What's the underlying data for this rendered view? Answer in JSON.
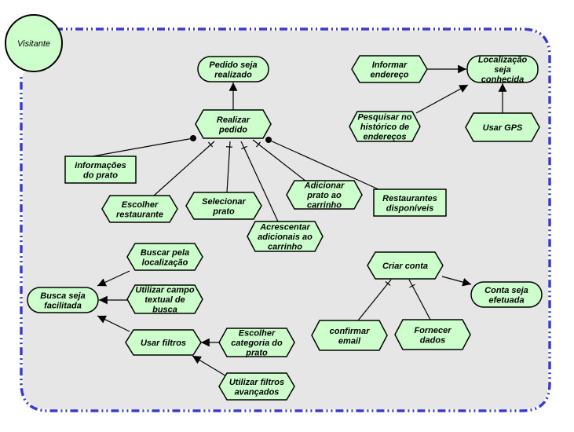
{
  "diagram": {
    "actor": "Visitante",
    "colors": {
      "boundary": "#3a3ad0",
      "boundary_fill": "#e6e6e6",
      "node_fill": "#ccffcc",
      "stroke": "#000000"
    },
    "nodes": {
      "pedido_realizado": {
        "kind": "goal",
        "lines": [
          "Pedido seja",
          "realizado"
        ]
      },
      "realizar_pedido": {
        "kind": "task",
        "lines": [
          "Realizar",
          "pedido"
        ]
      },
      "informacoes_prato": {
        "kind": "resource",
        "lines": [
          "informações",
          "do prato"
        ]
      },
      "escolher_restaurante": {
        "kind": "task",
        "lines": [
          "Escolher",
          "restaurante"
        ]
      },
      "selecionar_prato": {
        "kind": "task",
        "lines": [
          "Selecionar",
          "prato"
        ]
      },
      "acrescentar_adicionais": {
        "kind": "task",
        "lines": [
          "Acrescentar",
          "adicionais ao",
          "carrinho"
        ]
      },
      "adicionar_prato": {
        "kind": "task",
        "lines": [
          "Adicionar",
          "prato ao",
          "carrinho"
        ]
      },
      "restaurantes_disponiveis": {
        "kind": "resource",
        "lines": [
          "Restaurantes",
          "disponíveis"
        ]
      },
      "informar_endereco": {
        "kind": "task",
        "lines": [
          "Informar",
          "endereço"
        ]
      },
      "localizacao_conhecida": {
        "kind": "goal",
        "lines": [
          "Localização",
          "seja",
          "conhecida"
        ]
      },
      "pesquisar_historico": {
        "kind": "task",
        "lines": [
          "Pesquisar no",
          "histórico de",
          "endereços"
        ]
      },
      "usar_gps": {
        "kind": "task",
        "lines": [
          "Usar GPS"
        ]
      },
      "buscar_localizacao": {
        "kind": "task",
        "lines": [
          "Buscar pela",
          "localização"
        ]
      },
      "busca_facilitada": {
        "kind": "goal",
        "lines": [
          "Busca seja",
          "facilitada"
        ]
      },
      "campo_textual": {
        "kind": "task",
        "lines": [
          "Utilizar campo",
          "textual de",
          "busca"
        ]
      },
      "usar_filtros": {
        "kind": "task",
        "lines": [
          "Usar filtros"
        ]
      },
      "escolher_categoria": {
        "kind": "task",
        "lines": [
          "Escolher",
          "categoria do",
          "prato"
        ]
      },
      "filtros_avancados": {
        "kind": "task",
        "lines": [
          "Utilizar filtros",
          "avançados"
        ]
      },
      "criar_conta": {
        "kind": "task",
        "lines": [
          "Criar conta"
        ]
      },
      "conta_efetuada": {
        "kind": "goal",
        "lines": [
          "Conta seja",
          "efetuada"
        ]
      },
      "confirmar_email": {
        "kind": "task",
        "lines": [
          "confirmar",
          "email"
        ]
      },
      "fornecer_dados": {
        "kind": "task",
        "lines": [
          "Fornecer",
          "dados"
        ]
      }
    }
  }
}
